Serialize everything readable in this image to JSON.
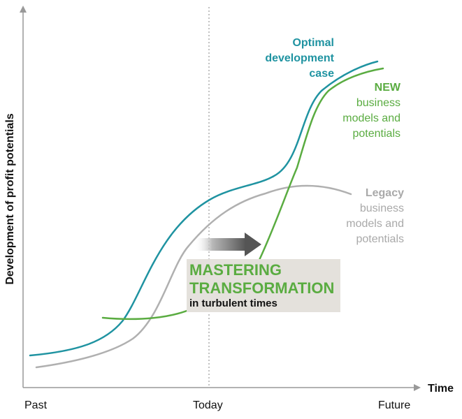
{
  "axes": {
    "y_label": "Development of profit potentials",
    "x_label": "Time",
    "x_ticks": [
      "Past",
      "Today",
      "Future"
    ]
  },
  "curves": {
    "optimal": {
      "lines": [
        "Optimal",
        "development",
        "case"
      ],
      "color": "#1f93a1"
    },
    "new": {
      "bold": "NEW",
      "lines": [
        "business",
        "models and",
        "potentials"
      ],
      "color": "#5aac41"
    },
    "legacy": {
      "bold": "Legacy",
      "lines": [
        "business",
        "models and",
        "potentials"
      ],
      "color": "#a9a9a9"
    }
  },
  "callout": {
    "title_line1": "MASTERING",
    "title_line2": "TRANSFORMATION",
    "subtitle": "in turbulent times"
  },
  "colors": {
    "axis": "#999999",
    "box": "#e4e1dc",
    "arrow": "#555555"
  }
}
